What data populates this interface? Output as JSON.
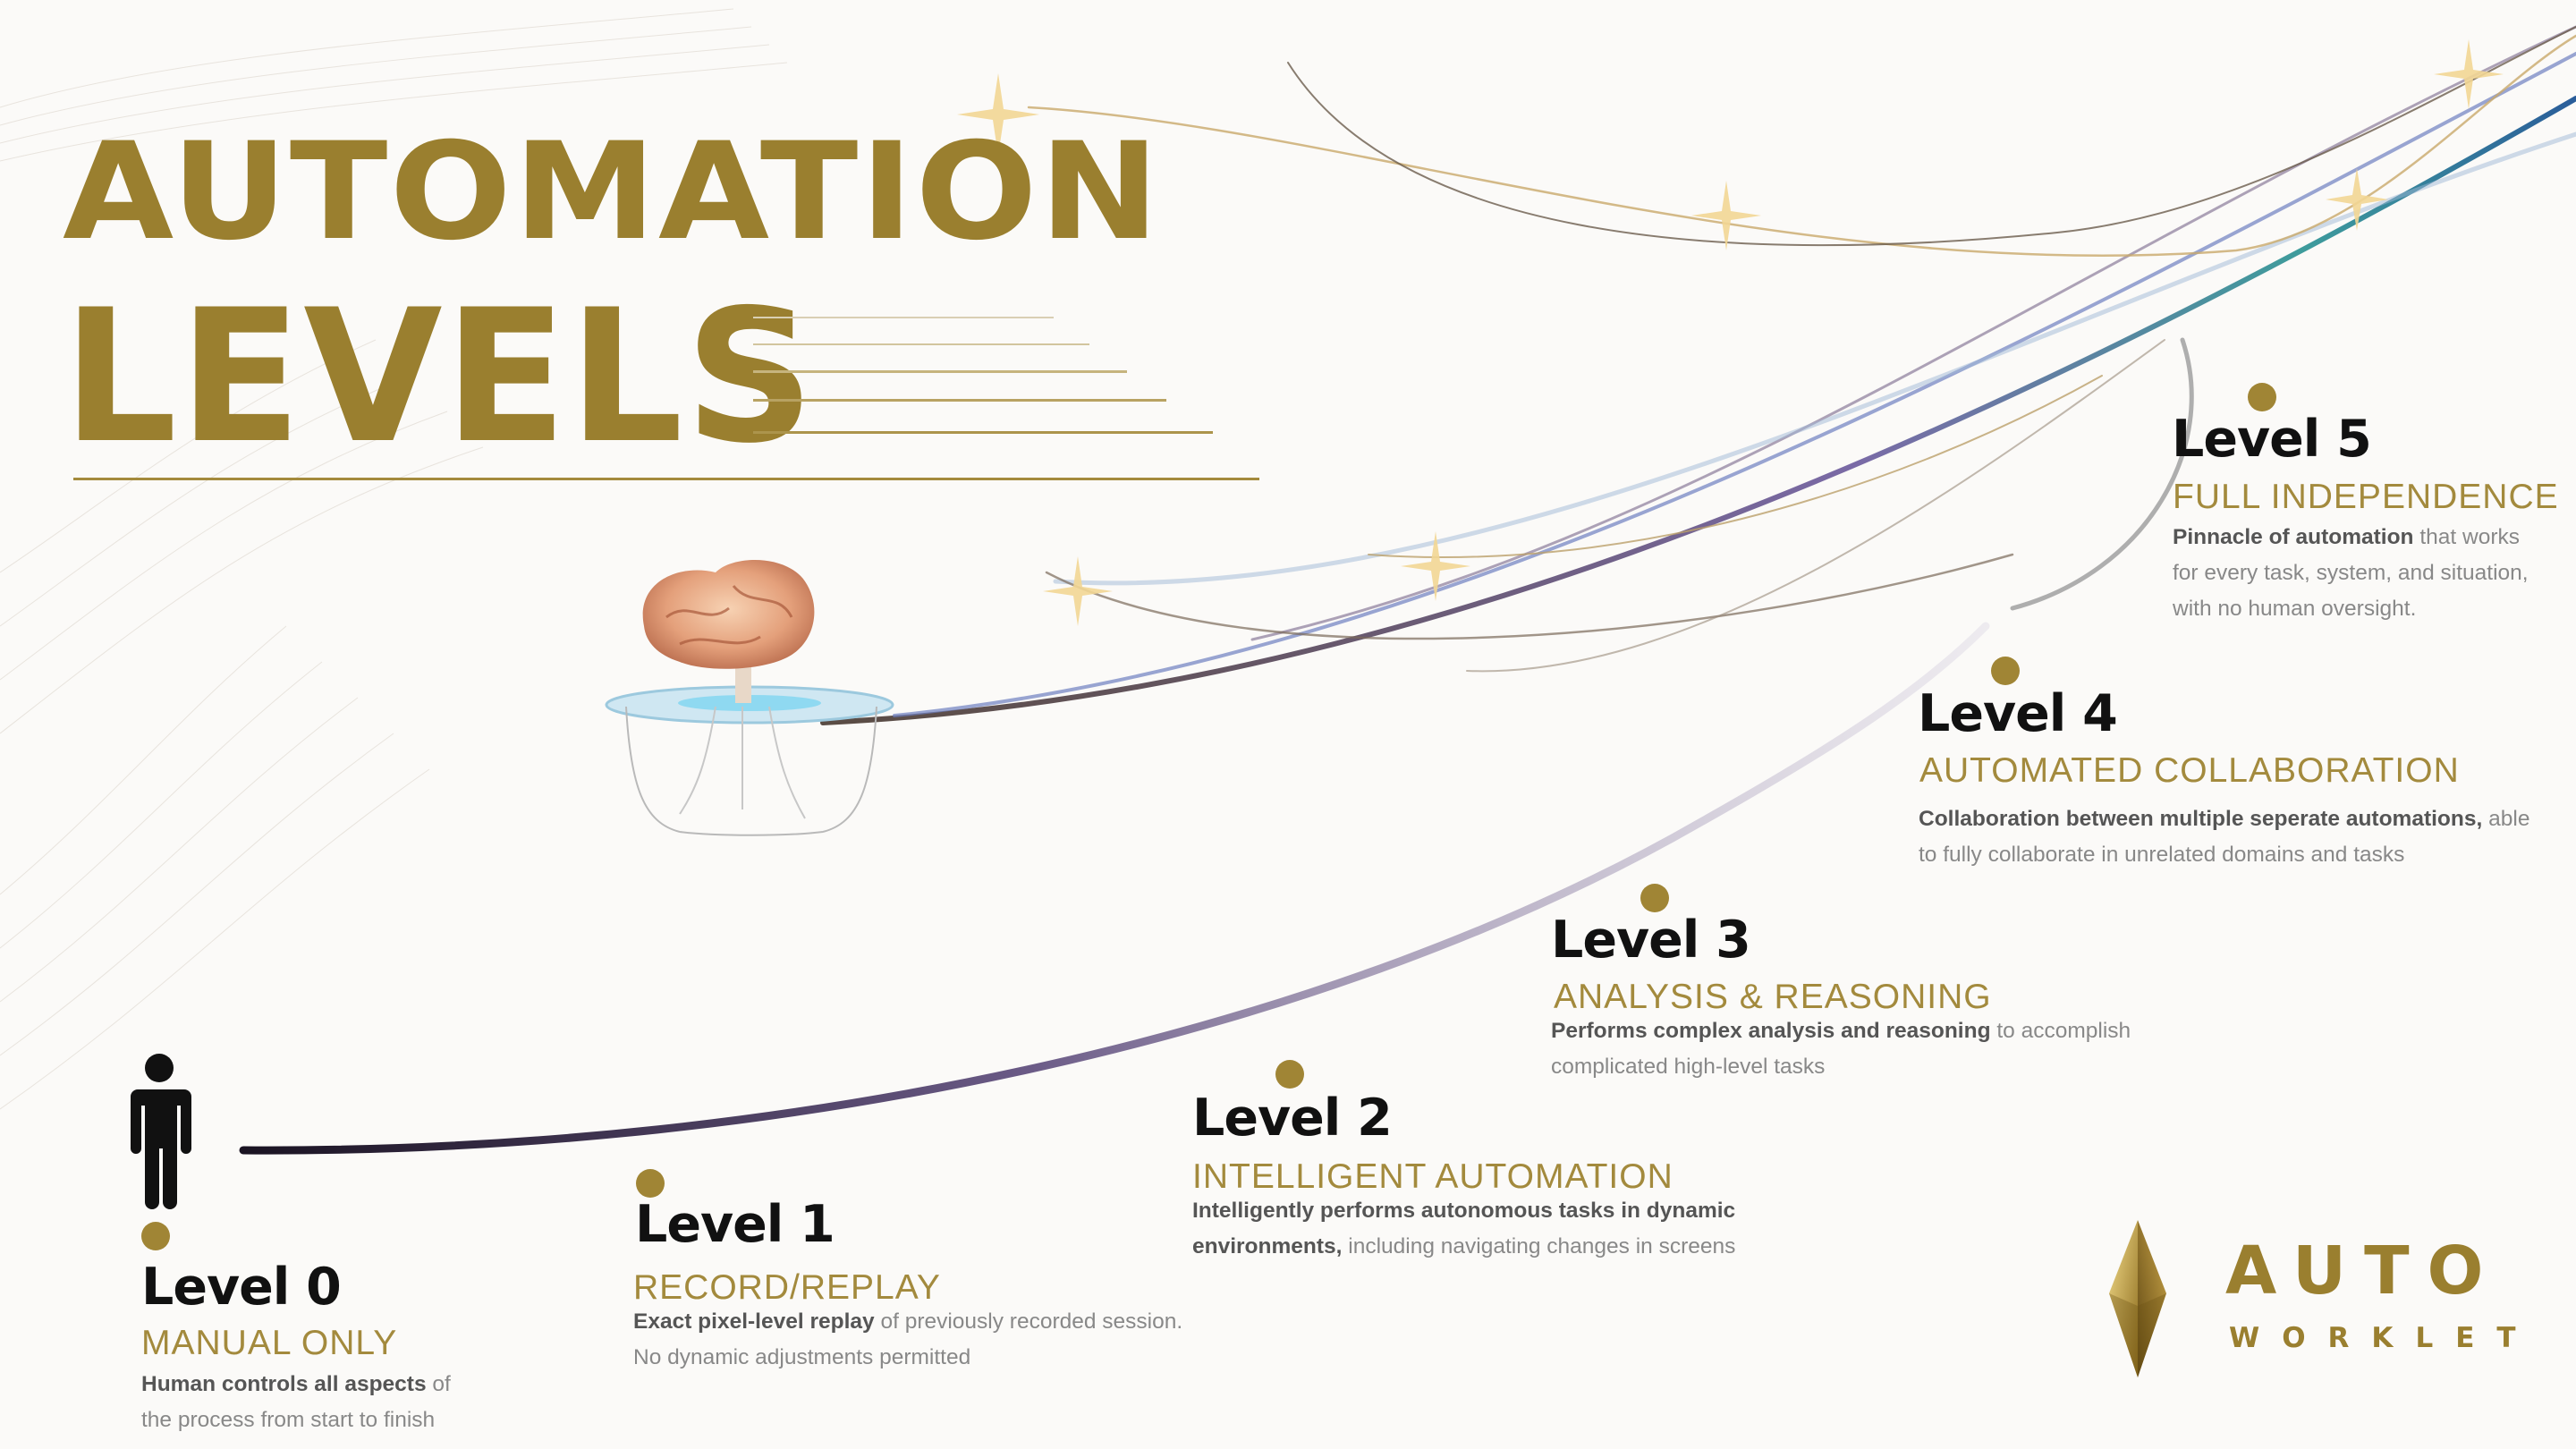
{
  "header": {
    "title_line1": "AUTOMATION",
    "title_line2": "LEVELS"
  },
  "colors": {
    "gold": "#9a7f2f",
    "dot": "#a08535",
    "heading": "#111111",
    "body_text": "#888888"
  },
  "icons": [
    "person-icon",
    "brain-icon",
    "diamond-logo-icon"
  ],
  "levels": [
    {
      "title": "Level 0",
      "subtitle": "MANUAL ONLY",
      "desc_bold": "Human controls all aspects",
      "desc_rest": " of",
      "desc_line2": "the process from start to finish"
    },
    {
      "title": "Level 1",
      "subtitle": "RECORD/REPLAY",
      "desc_bold": "Exact pixel-level replay",
      "desc_rest": " of previously recorded session.",
      "desc_line2": "No dynamic adjustments permitted"
    },
    {
      "title": "Level 2",
      "subtitle": "INTELLIGENT AUTOMATION",
      "desc_bold": "Intelligently performs autonomous tasks in dynamic",
      "desc_rest": "",
      "desc_line2_bold": "environments,",
      "desc_line2": " including navigating changes in screens"
    },
    {
      "title": "Level 3",
      "subtitle": "ANALYSIS & REASONING",
      "desc_bold": "Performs complex analysis and reasoning",
      "desc_rest": " to accomplish",
      "desc_line2": "complicated high-level tasks"
    },
    {
      "title": "Level 4",
      "subtitle": "AUTOMATED COLLABORATION",
      "desc_bold": "Collaboration between multiple seperate automations,",
      "desc_rest": " able",
      "desc_line2": "to fully collaborate in unrelated domains and tasks"
    },
    {
      "title": "Level 5",
      "subtitle": "FULL INDEPENDENCE",
      "desc_bold": "Pinnacle of automation",
      "desc_rest": " that works",
      "desc_line2": "for every task, system, and situation,",
      "desc_line3": "with no human oversight."
    }
  ],
  "logo": {
    "word1": "AUTO",
    "word2": "WORKLET"
  }
}
